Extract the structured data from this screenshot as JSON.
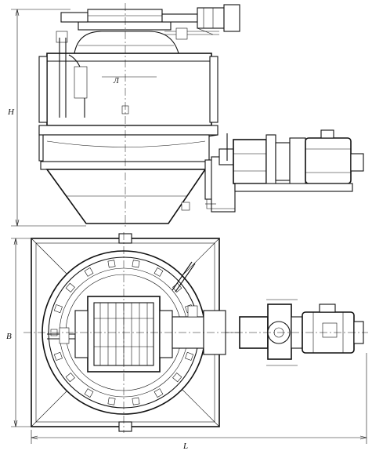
{
  "drawing": {
    "labels": {
      "height": "H",
      "width": "B",
      "length": "L",
      "section": "Л"
    },
    "line_color": "#111111",
    "background": "#ffffff"
  }
}
